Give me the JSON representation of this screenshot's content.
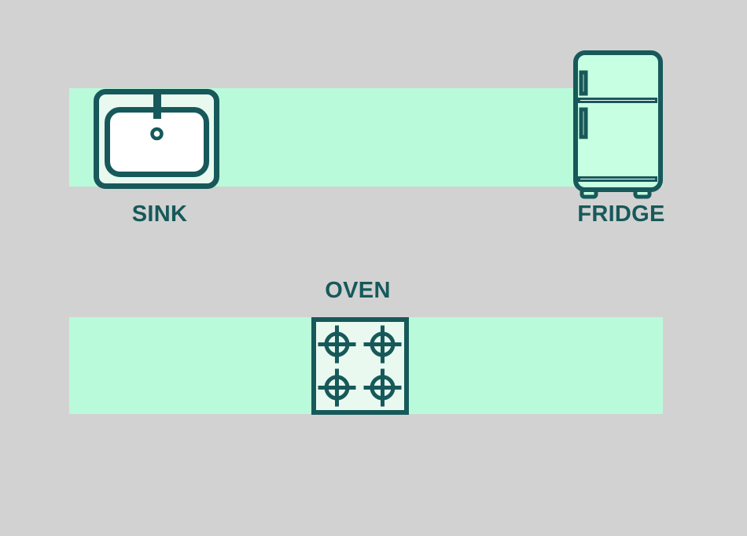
{
  "diagram": {
    "kind": "kitchen-floor-plan",
    "colors": {
      "bg": "#d2d2d2",
      "counter": "#b9fada",
      "ink": "#17595a",
      "fill-light": "#e9f9f0",
      "fridge-fill": "#c7ffe3",
      "handle-fill": "#cdd3d4"
    },
    "counters": [
      {
        "id": "counter-top",
        "contains": [
          "sink",
          "fridge"
        ]
      },
      {
        "id": "counter-bottom",
        "contains": [
          "oven"
        ]
      }
    ],
    "appliances": [
      {
        "id": "sink",
        "label": "SINK",
        "icon": "sink-icon",
        "counter": "counter-top"
      },
      {
        "id": "fridge",
        "label": "FRIDGE",
        "icon": "fridge-icon",
        "counter": "counter-top"
      },
      {
        "id": "oven",
        "label": "OVEN",
        "icon": "oven-icon",
        "counter": "counter-bottom",
        "burner_count": 4
      }
    ]
  }
}
